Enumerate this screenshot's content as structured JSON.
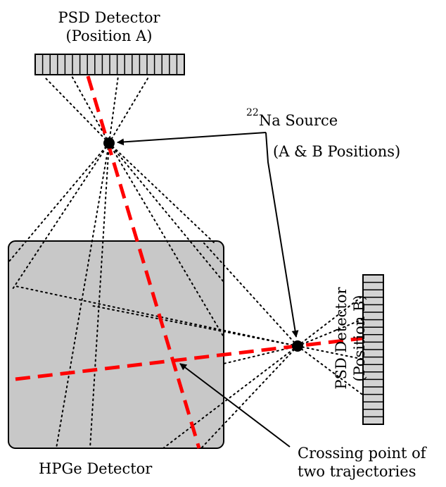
{
  "psd_a": {
    "line1": "PSD Detector",
    "line2": "(Position A)"
  },
  "source": {
    "mass_number": "22",
    "element": "Na Source",
    "positions": "(A & B Positions)"
  },
  "psd_b": {
    "line1": "PSD Detector",
    "line2": "(Position B)"
  },
  "hpge": {
    "label": "HPGe Detector"
  },
  "crossing": {
    "line1": "Crossing point of",
    "line2": "two trajectories"
  },
  "colors": {
    "trajectory": "#ff0000",
    "hpge_fill": "#c8c8c8",
    "detector_fill": "#d3d3d3",
    "line": "#000000"
  }
}
